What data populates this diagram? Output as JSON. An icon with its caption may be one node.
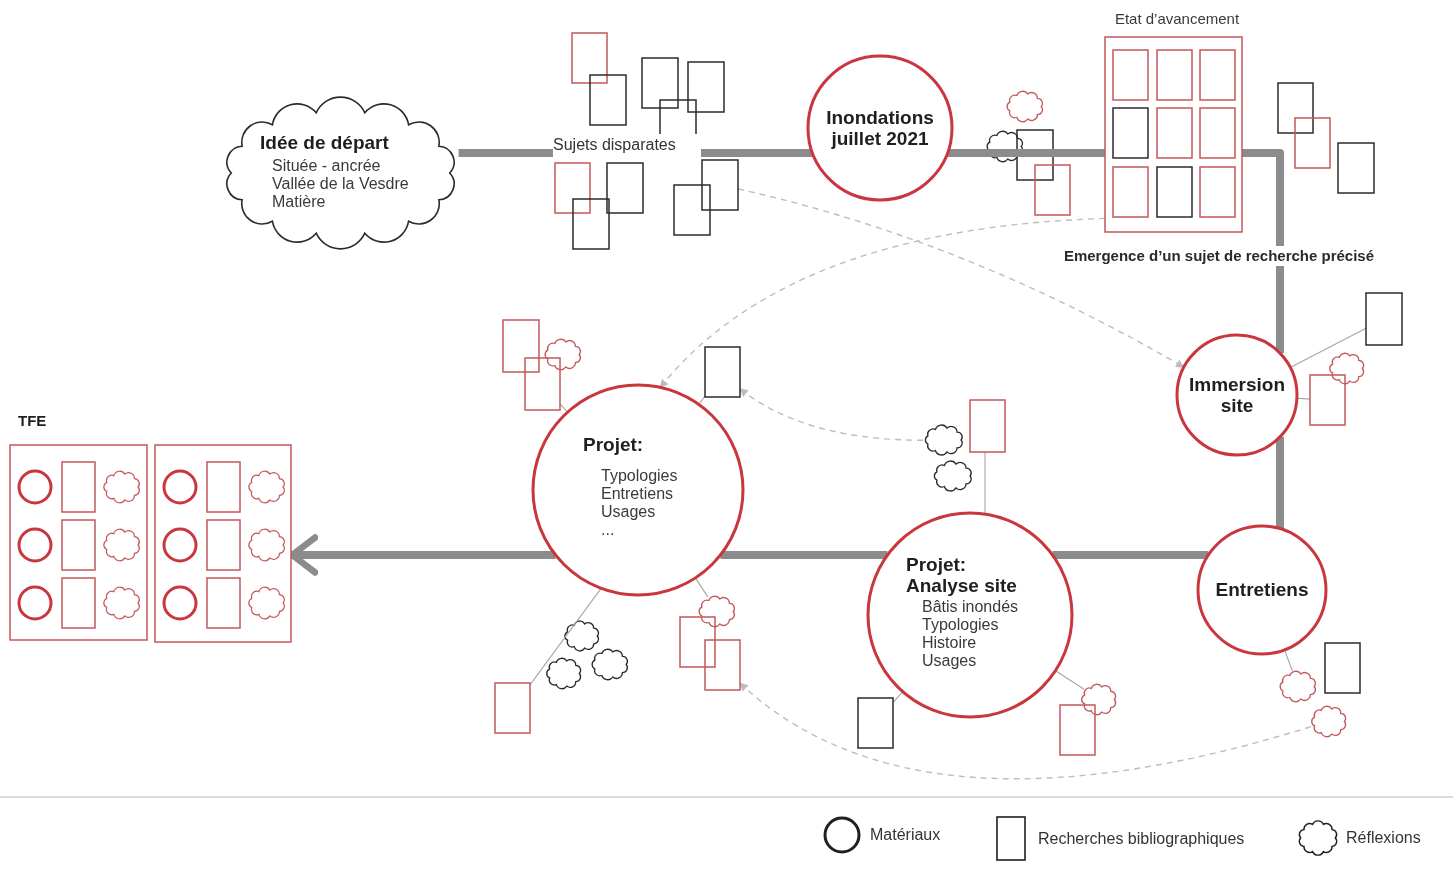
{
  "diagram": {
    "nodes": [
      {
        "text": [
          "Idée de départ",
          "Située - ancrée",
          "Vallée de la Vesdre",
          "Matière"
        ]
      },
      {
        "text": [
          "Sujets disparates"
        ]
      },
      {
        "text": [
          "Inondations juillet 2021"
        ]
      },
      {
        "text": [
          "Etat d’avancement"
        ]
      },
      {
        "text": [
          "Immersion site"
        ]
      },
      {
        "text": [
          "Entretiens"
        ]
      },
      {
        "text": [
          "Projet: Analyse site",
          "Bâtis inondés",
          "Typologies",
          "Histoire",
          "Usages"
        ]
      },
      {
        "text": [
          "Projet:",
          "Typologies",
          "Entretiens",
          "Usages",
          "..."
        ]
      },
      {
        "text": [
          "TFE"
        ]
      },
      {
        "text": [],
        "shape": "box"
      },
      {
        "text": [],
        "shape": "box"
      },
      {
        "text": [],
        "shape": "box"
      },
      {
        "text": [],
        "shape": "box"
      },
      {
        "text": [],
        "shape": "cloud"
      },
      {
        "text": [],
        "shape": "box"
      },
      {
        "text": [],
        "shape": "cloud"
      },
      {
        "text": [],
        "shape": "box"
      },
      {
        "text": [],
        "shape": "box"
      },
      {
        "text": [],
        "shape": "cloud"
      },
      {
        "text": [],
        "shape": "box"
      },
      {
        "text": [],
        "shape": "box"
      },
      {
        "text": [],
        "shape": "cloud"
      },
      {
        "text": [],
        "shape": "cloud"
      },
      {
        "text": [],
        "shape": "box"
      }
    ],
    "edges": [
      {
        "from": 0,
        "to": 1,
        "arrow": "none",
        "style": "thick",
        "color": "#8c8c8c"
      },
      {
        "from": 1,
        "to": 2,
        "arrow": "none",
        "style": "thick",
        "color": "#8c8c8c"
      },
      {
        "from": 2,
        "to": 3,
        "arrow": "none",
        "style": "thick",
        "color": "#8c8c8c"
      },
      {
        "from": 3,
        "to": 4,
        "arrow": "none",
        "style": "thick",
        "color": "#8c8c8c",
        "label": "Emergence d’un sujet de recherche précisé"
      },
      {
        "from": 4,
        "to": 5,
        "arrow": "none",
        "style": "thick",
        "color": "#8c8c8c"
      },
      {
        "from": 5,
        "to": 6,
        "arrow": "none",
        "style": "thick",
        "color": "#8c8c8c"
      },
      {
        "from": 6,
        "to": 7,
        "arrow": "none",
        "style": "thick",
        "color": "#8c8c8c"
      },
      {
        "from": 7,
        "to": 9,
        "arrow": "to",
        "style": "thick",
        "color": "#8c8c8c"
      },
      {
        "from": 7,
        "to": 10,
        "arrow": "none"
      },
      {
        "from": 7,
        "to": 11,
        "arrow": "none"
      },
      {
        "from": 7,
        "to": 12,
        "arrow": "none"
      },
      {
        "from": 7,
        "to": 13,
        "arrow": "none"
      },
      {
        "from": 6,
        "to": 16,
        "arrow": "none"
      },
      {
        "from": 6,
        "to": 17,
        "arrow": "none"
      },
      {
        "from": 6,
        "to": 18,
        "arrow": "none"
      },
      {
        "from": 4,
        "to": 19,
        "arrow": "none"
      },
      {
        "from": 4,
        "to": 20,
        "arrow": "none"
      },
      {
        "from": 5,
        "to": 21,
        "arrow": "none"
      },
      {
        "from": 23,
        "to": 4,
        "arrow": "to",
        "style": "dashed",
        "color": "#bdbdbd"
      },
      {
        "from": 3,
        "to": 7,
        "arrow": "to",
        "style": "dashed",
        "color": "#bdbdbd"
      },
      {
        "from": 15,
        "to": 11,
        "arrow": "to",
        "style": "dashed",
        "color": "#bdbdbd"
      },
      {
        "from": 22,
        "to": 14,
        "arrow": "to",
        "style": "dashed",
        "color": "#bdbdbd"
      }
    ],
    "legend": [
      {
        "text": "Matériaux"
      },
      {
        "text": "Recherches bibliographiques"
      },
      {
        "text": "Réflexions"
      }
    ]
  }
}
